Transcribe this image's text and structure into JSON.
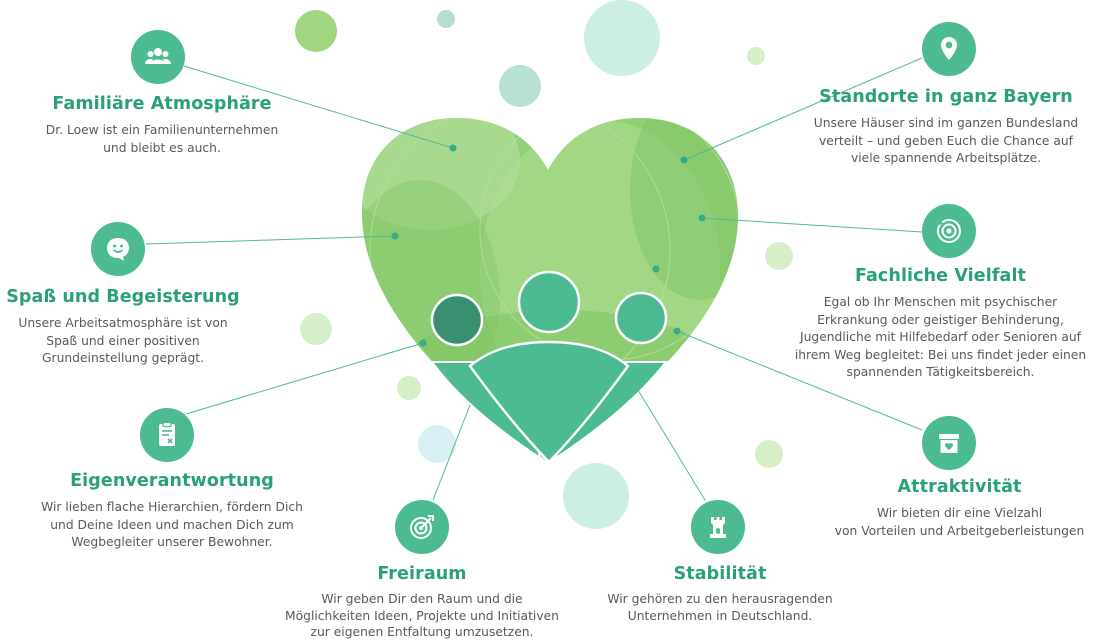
{
  "colors": {
    "accent": "#4dbb91",
    "heading": "#2aa07a",
    "body_text": "#555a5e",
    "heart_light": "#93cf76",
    "heart_dark": "#4dbb91",
    "bubble_light_green": "#c9e9b8",
    "bubble_mint": "#c6ebe0",
    "bubble_pale_blue": "#d6eef2"
  },
  "features": [
    {
      "id": "familiaere-atmosphaere",
      "icon": "group-icon",
      "title": "Familiäre Atmosphäre",
      "text": "Dr. Loew ist ein Familienunternehmen\nund bleibt es auch."
    },
    {
      "id": "standorte",
      "icon": "location-pin-icon",
      "title": "Standorte in ganz Bayern",
      "text": "Unsere Häuser sind im ganzen Bundesland\nverteilt – und geben Euch die Chance auf\nviele spannende Arbeitsplätze."
    },
    {
      "id": "spass",
      "icon": "smiley-chat-icon",
      "title": "Spaß und Begeisterung",
      "text": "Unsere Arbeitsatmosphäre ist von\nSpaß und einer positiven\nGrundeinstellung geprägt."
    },
    {
      "id": "fachliche-vielfalt",
      "icon": "target-rings-icon",
      "title": "Fachliche Vielfalt",
      "text": "Egal ob Ihr Menschen mit psychischer\nErkrankung oder geistiger Behinderung,\nJugendliche mit Hilfebedarf oder Senioren auf\nihrem Weg begleitet: Bei uns findet jeder einen\nspannenden Tätigkeitsbereich."
    },
    {
      "id": "eigenverantwortung",
      "icon": "clipboard-icon",
      "title": "Eigenverantwortung",
      "text": "Wir lieben flache Hierarchien, fördern Dich\nund Deine Ideen und machen Dich zum\nWegbegleiter unserer Bewohner."
    },
    {
      "id": "attraktivitaet",
      "icon": "gift-box-icon",
      "title": "Attraktivität",
      "text": "Wir bieten dir eine Vielzahl\nvon Vorteilen und Arbeitgeberleistungen"
    },
    {
      "id": "freiraum",
      "icon": "dartboard-icon",
      "title": "Freiraum",
      "text": "Wir geben Dir den Raum und die\nMöglichkeiten Ideen, Projekte und Initiativen\nzur eigenen Entfaltung umzusetzen."
    },
    {
      "id": "stabilitaet",
      "icon": "castle-tower-icon",
      "title": "Stabilität",
      "text": "Wir gehören zu den herausragenden\nUnternehmen in Deutschland."
    }
  ]
}
